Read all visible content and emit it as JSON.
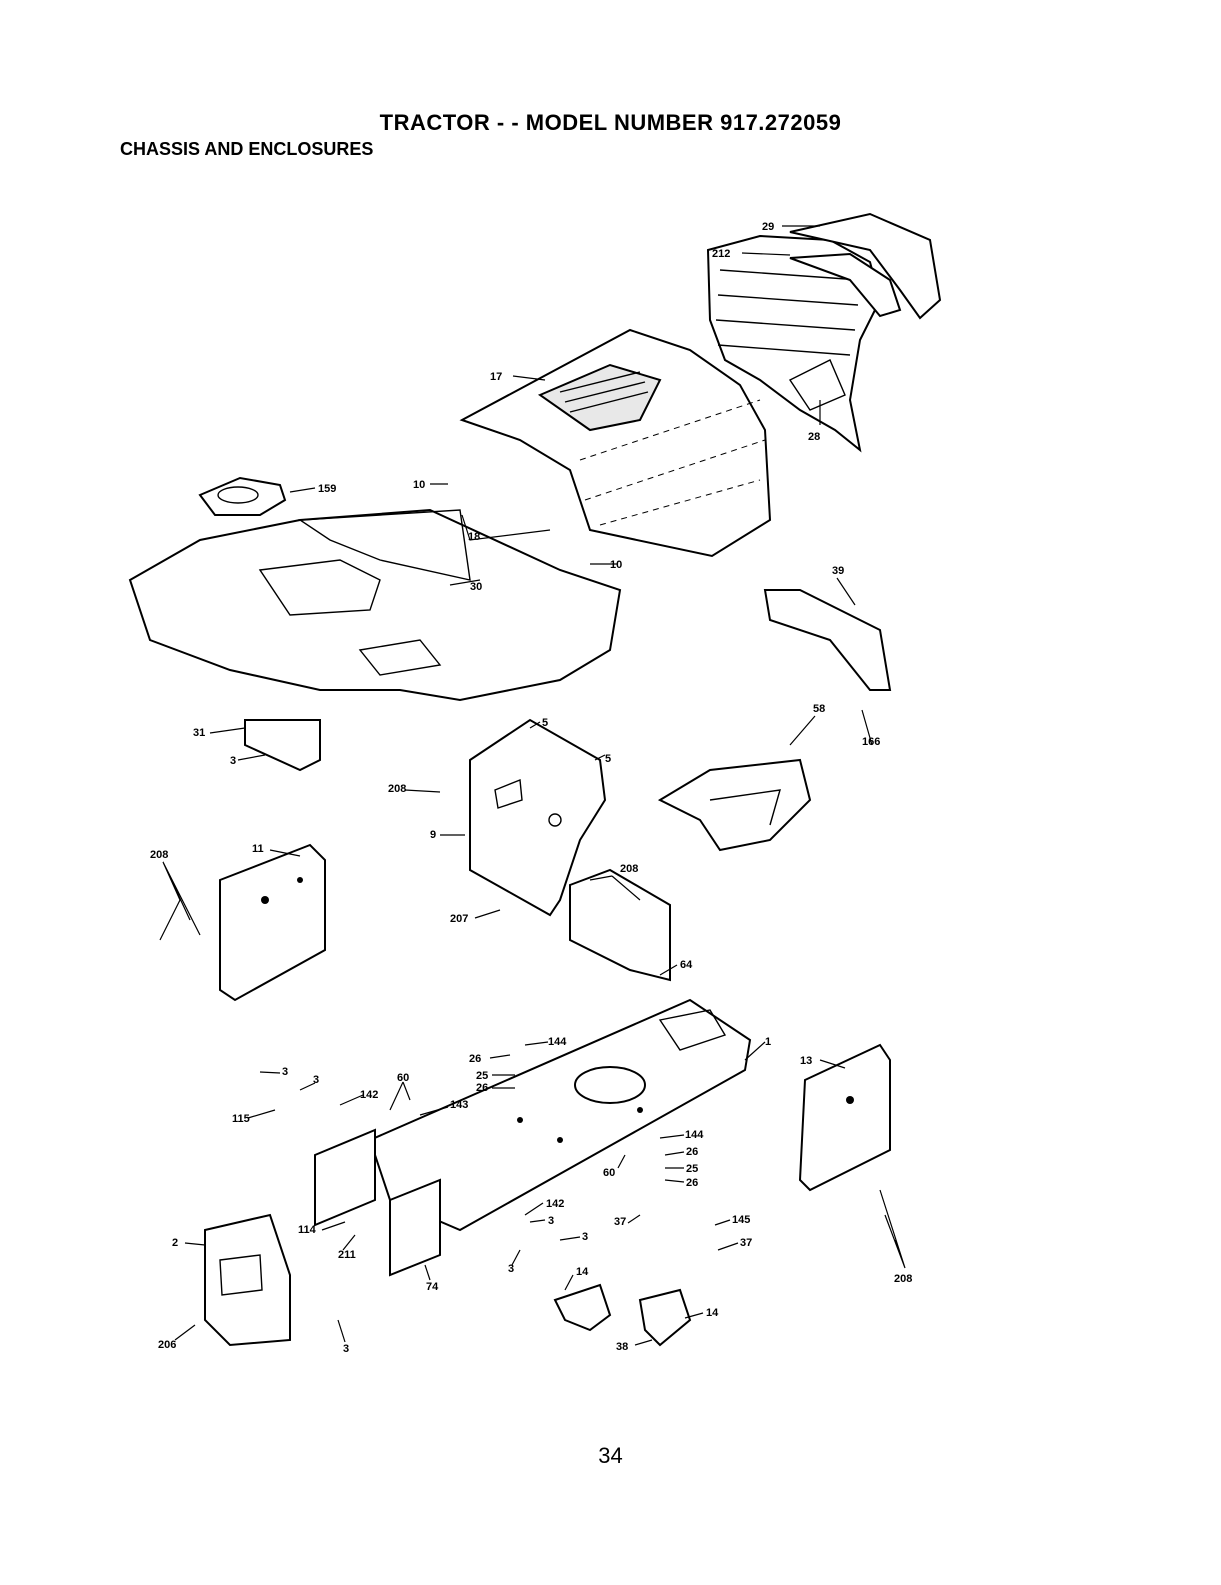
{
  "header": {
    "title": "TRACTOR - - MODEL NUMBER 917.272059",
    "subtitle": "CHASSIS AND ENCLOSURES"
  },
  "footer": {
    "page_number": "34"
  },
  "callouts": {
    "c29": "29",
    "c212": "212",
    "c17": "17",
    "c28": "28",
    "c159": "159",
    "c10a": "10",
    "c18": "18",
    "c10b": "10",
    "c30": "30",
    "c39": "39",
    "c31": "31",
    "c3a": "3",
    "c5a": "5",
    "c5b": "5",
    "c58": "58",
    "c166": "166",
    "c208a": "208",
    "c9": "9",
    "c208b": "208",
    "c11": "11",
    "c207": "207",
    "c208c": "208",
    "c64": "64",
    "c144a": "144",
    "c1": "1",
    "c13": "13",
    "c26a": "26",
    "c25a": "25",
    "c26b": "26",
    "c3b": "3",
    "c3c": "3",
    "c60a": "60",
    "c142a": "142",
    "c143": "143",
    "c115": "115",
    "c144b": "144",
    "c26c": "26",
    "c25b": "25",
    "c26d": "26",
    "c60b": "60",
    "c142b": "142",
    "c3d": "3",
    "c3e": "3",
    "c37a": "37",
    "c145": "145",
    "c37b": "37",
    "c114": "114",
    "c2": "2",
    "c211": "211",
    "c74": "74",
    "c3f": "3",
    "c14a": "14",
    "c14b": "14",
    "c38": "38",
    "c208d": "208",
    "c206": "206",
    "c3g": "3"
  }
}
